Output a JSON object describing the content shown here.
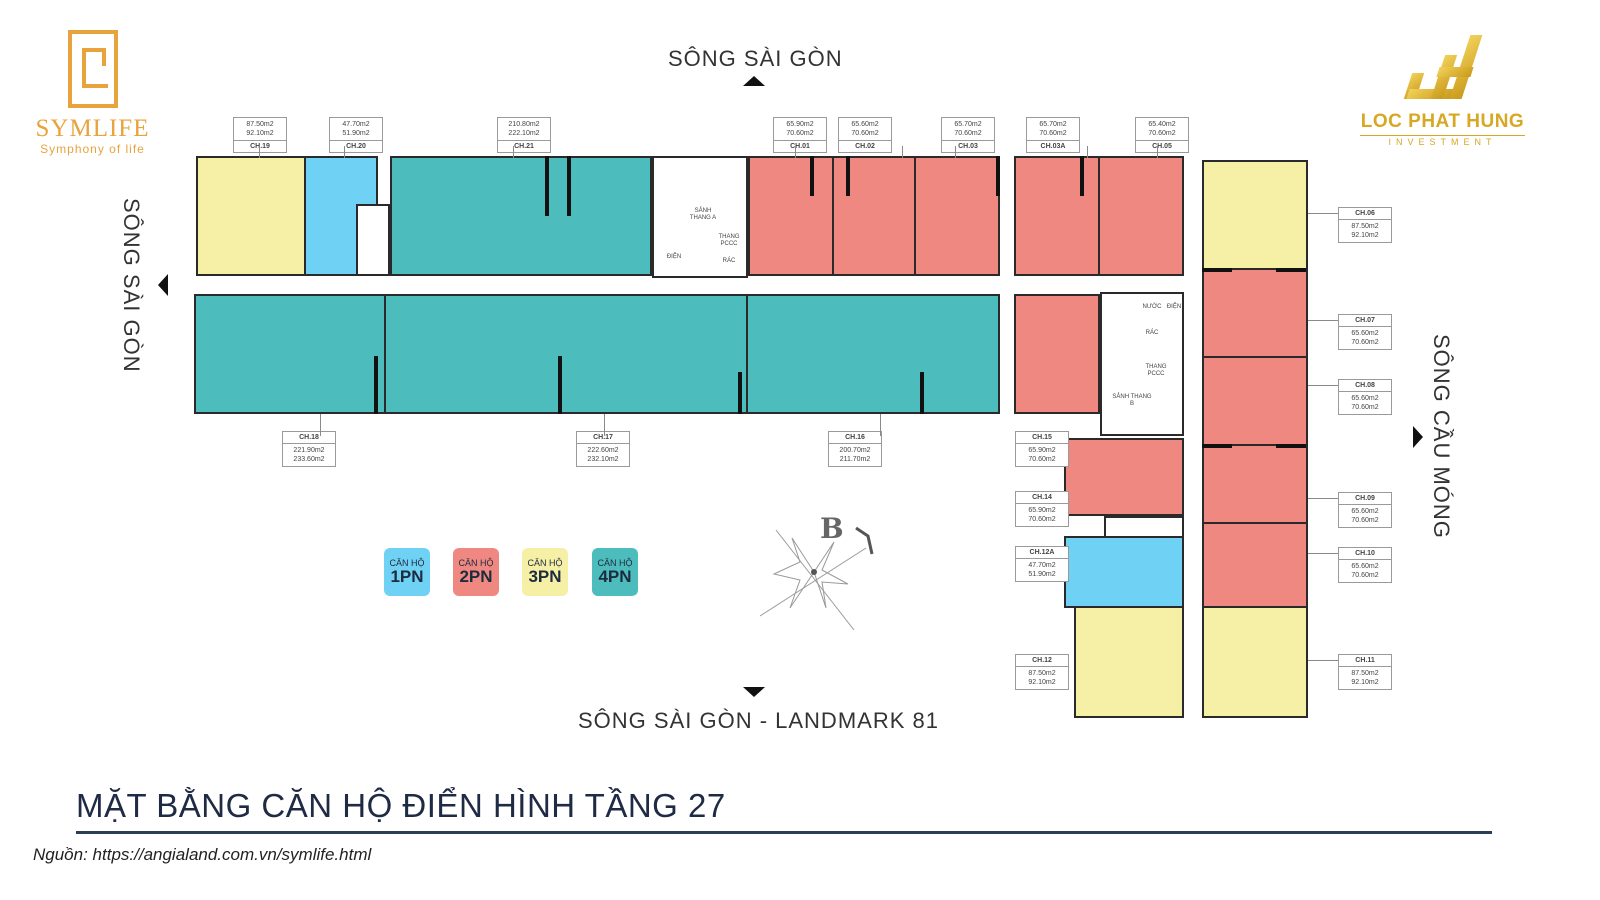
{
  "branding": {
    "left_logo": {
      "name": "SYMLIFE",
      "tagline": "Symphony of life",
      "color": "#e8a33d"
    },
    "right_logo": {
      "name": "LOC PHAT HUNG",
      "sub": "INVESTMENT",
      "color": "#d6a823"
    }
  },
  "directions": {
    "top": "SÔNG SÀI GÒN",
    "left": "SÔNG SÀI GÒN",
    "right": "SÔNG CẦU MÓNG",
    "bottom": "SÔNG SÀI GÒN - LANDMARK 81"
  },
  "compass": {
    "label": "B",
    "icon": "compass-rose-icon"
  },
  "cores": {
    "a": {
      "lobby": "SẢNH THANG A",
      "fire_stair": "THANG PCCC",
      "trash": "RÁC",
      "electric": "ĐIỆN"
    },
    "b": {
      "lobby": "SẢNH THANG B",
      "fire_stair": "THANG PCCC",
      "trash": "RÁC",
      "water": "NƯỚC",
      "electric": "ĐIỆN"
    }
  },
  "legend": [
    {
      "prefix": "CĂN HỘ",
      "type": "1PN",
      "color": "#6fd1f4"
    },
    {
      "prefix": "CĂN HỘ",
      "type": "2PN",
      "color": "#ef8880"
    },
    {
      "prefix": "CĂN HỘ",
      "type": "3PN",
      "color": "#f6efa6"
    },
    {
      "prefix": "CĂN HỘ",
      "type": "4PN",
      "color": "#4cbcbc"
    }
  ],
  "units": {
    "ch19": {
      "code": "CH.19",
      "area1": "87.50m2",
      "area2": "92.10m2"
    },
    "ch20": {
      "code": "CH.20",
      "area1": "47.70m2",
      "area2": "51.90m2"
    },
    "ch21": {
      "code": "CH.21",
      "area1": "210.80m2",
      "area2": "222.10m2"
    },
    "ch01": {
      "code": "CH.01",
      "area1": "65.90m2",
      "area2": "70.60m2"
    },
    "ch02": {
      "code": "CH.02",
      "area1": "65.60m2",
      "area2": "70.60m2"
    },
    "ch03": {
      "code": "CH.03",
      "area1": "65.70m2",
      "area2": "70.60m2"
    },
    "ch03a": {
      "code": "CH.03A",
      "area1": "65.70m2",
      "area2": "70.60m2"
    },
    "ch05": {
      "code": "CH.05",
      "area1": "65.40m2",
      "area2": "70.60m2"
    },
    "ch06": {
      "code": "CH.06",
      "area1": "87.50m2",
      "area2": "92.10m2"
    },
    "ch07": {
      "code": "CH.07",
      "area1": "65.60m2",
      "area2": "70.60m2"
    },
    "ch08": {
      "code": "CH.08",
      "area1": "65.60m2",
      "area2": "70.60m2"
    },
    "ch09": {
      "code": "CH.09",
      "area1": "65.60m2",
      "area2": "70.60m2"
    },
    "ch10": {
      "code": "CH.10",
      "area1": "65.60m2",
      "area2": "70.60m2"
    },
    "ch11": {
      "code": "CH.11",
      "area1": "87.50m2",
      "area2": "92.10m2"
    },
    "ch12": {
      "code": "CH.12",
      "area1": "87.50m2",
      "area2": "92.10m2"
    },
    "ch12a": {
      "code": "CH.12A",
      "area1": "47.70m2",
      "area2": "51.90m2"
    },
    "ch14": {
      "code": "CH.14",
      "area1": "65.90m2",
      "area2": "70.60m2"
    },
    "ch15": {
      "code": "CH.15",
      "area1": "65.90m2",
      "area2": "70.60m2"
    },
    "ch16": {
      "code": "CH.16",
      "area1": "200.70m2",
      "area2": "211.70m2"
    },
    "ch17": {
      "code": "CH.17",
      "area1": "222.60m2",
      "area2": "232.10m2"
    },
    "ch18": {
      "code": "CH.18",
      "area1": "221.90m2",
      "area2": "233.60m2"
    }
  },
  "footer": {
    "title": "MẶT BẰNG CĂN HỘ ĐIỂN HÌNH TẦNG 27",
    "source": "Nguồn: https://angialand.com.vn/symlife.html"
  }
}
